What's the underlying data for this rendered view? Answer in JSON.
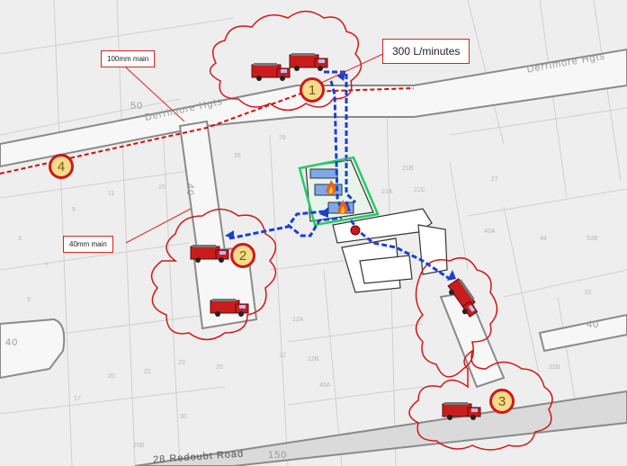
{
  "annotations": {
    "flow_label": "300 L/minutes",
    "main_100": "100mm main",
    "main_40": "40mm main"
  },
  "markers": [
    "1",
    "2",
    "3",
    "4"
  ],
  "streets": {
    "derrimore_left": "Derrimore Hgts",
    "derrimore_right": "Derrimore Hgts",
    "road_bottom": "28 Redoubt Road",
    "num_50": "50",
    "num_40_side": "40",
    "num_40_left": "40",
    "num_40_right": "40",
    "num_150": "150"
  },
  "lots": [
    "21B",
    "21C",
    "21A",
    "27",
    "40A",
    "12A",
    "12",
    "12B",
    "40A",
    "38",
    "29",
    "15",
    "11",
    "9",
    "7",
    "3",
    "5",
    "25",
    "23",
    "22",
    "20",
    "17",
    "48",
    "52B",
    "52",
    "32B",
    "29B",
    "30",
    "26"
  ],
  "colors": {
    "hose": "#1a3fd1",
    "fire_zone": "#22cc66",
    "cloud": "#d01818",
    "main_pipe": "#cc1111",
    "road_edge": "#8a8a8a",
    "building": "#333333"
  },
  "icons": [
    "fire-truck-icon",
    "fire-icon",
    "hydrant-icon"
  ]
}
